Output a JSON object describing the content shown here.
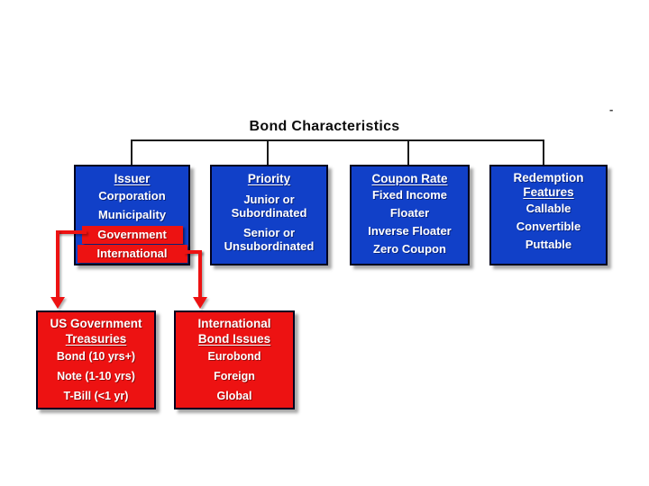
{
  "title": "Bond Characteristics",
  "stray_mark": "-",
  "colors": {
    "box_blue": "#1140c8",
    "highlight_red": "#ed1212",
    "box_border": "#00001e",
    "connector_black": "#1a1a1a",
    "text_white": "#ffffff"
  },
  "boxes": {
    "issuer": {
      "header": "Issuer",
      "items": [
        "Corporation",
        "Municipality"
      ],
      "highlights": [
        "Government",
        "International"
      ]
    },
    "priority": {
      "header": "Priority",
      "groups": [
        [
          "Junior or",
          "Subordinated"
        ],
        [
          "Senior or",
          "Unsubordinated"
        ]
      ]
    },
    "coupon_rate": {
      "header": "Coupon Rate",
      "items": [
        "Fixed Income",
        "Floater",
        "Inverse Floater",
        "Zero Coupon"
      ]
    },
    "redemption": {
      "header": [
        "Redemption",
        "Features"
      ],
      "items": [
        "Callable",
        "Convertible",
        "Puttable"
      ]
    }
  },
  "sub_boxes": {
    "us_treasuries": {
      "header": [
        "US Government",
        "Treasuries"
      ],
      "items": [
        "Bond (10 yrs+)",
        "Note (1-10 yrs)",
        "T-Bill (<1 yr)"
      ]
    },
    "international_issues": {
      "header": [
        "International",
        "Bond Issues"
      ],
      "items": [
        "Eurobond",
        "Foreign",
        "Global"
      ]
    }
  }
}
